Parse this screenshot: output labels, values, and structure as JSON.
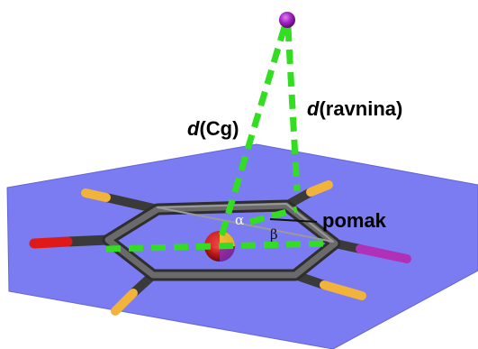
{
  "labels": {
    "d_cg_italic": "d",
    "d_cg_rest": "(Cg)",
    "d_plane_italic": "d",
    "d_plane_rest": "(ravnina)",
    "offset": "pomak",
    "alpha": "α",
    "beta": "β"
  },
  "colors": {
    "plane": "#7b7bf2",
    "plane_edge": "#6565d8",
    "carbon": "#4a4a4a",
    "carbon_light": "#7a7a7a",
    "fluorine": "#f2b33a",
    "oxygen": "#e01818",
    "iodine": "#b030b8",
    "dashed": "#33dd22",
    "anion": "#a020c0"
  },
  "icons": {
    "anion": "anion-sphere-icon",
    "centroid": "ring-centroid-icon"
  }
}
